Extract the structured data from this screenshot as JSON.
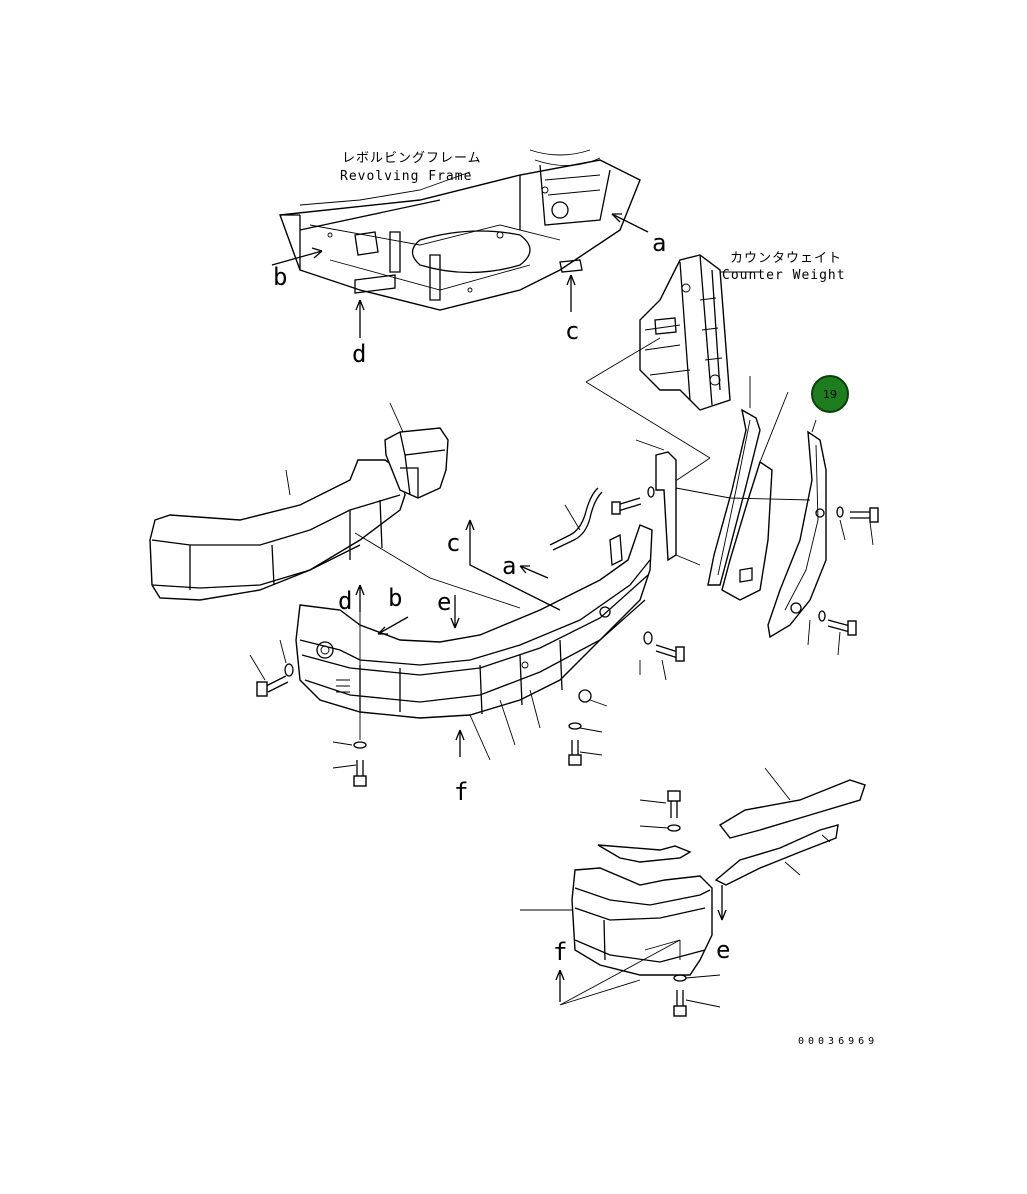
{
  "labels": {
    "revolving_frame_jp": "レボルビングフレーム",
    "revolving_frame_en": "Revolving Frame",
    "counter_weight_jp": "カウンタウェイト",
    "counter_weight_en": "Counter Weight",
    "drawing_number": "00036969"
  },
  "callout": {
    "number": "19",
    "color": "#1e7d1e"
  },
  "reference_letters": [
    "a",
    "b",
    "c",
    "d",
    "e",
    "f"
  ]
}
